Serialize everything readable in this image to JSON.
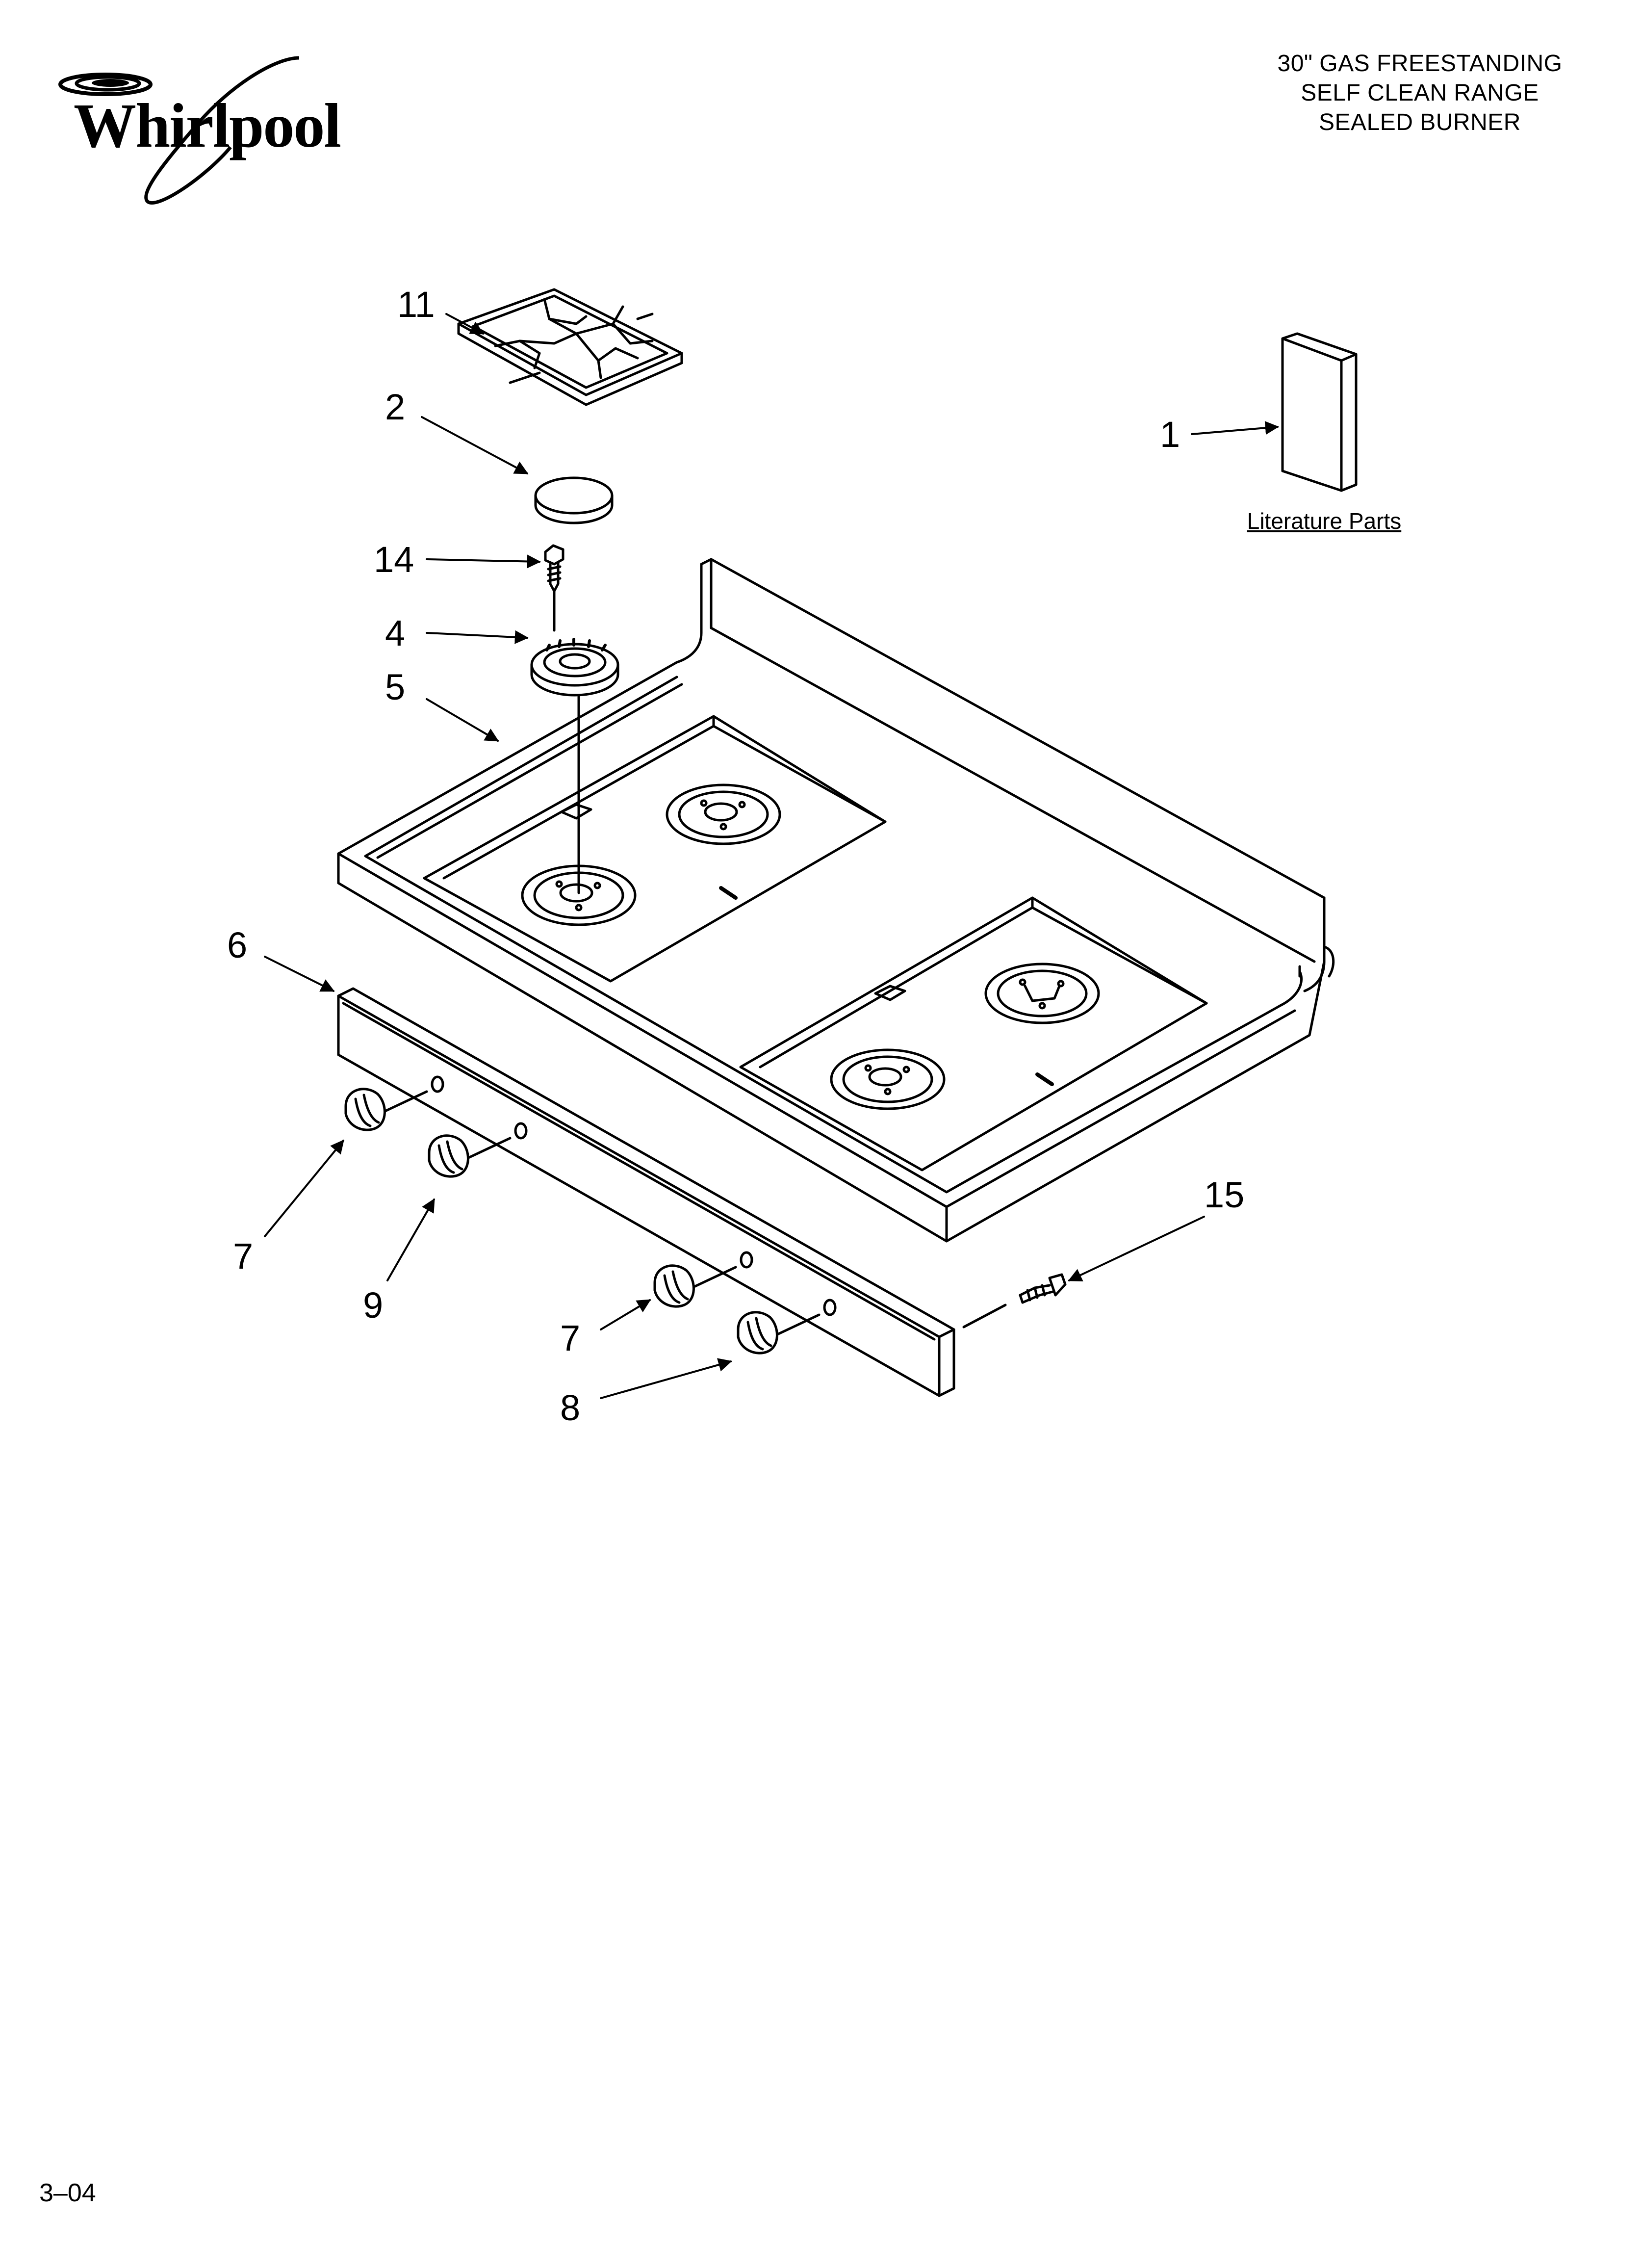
{
  "brand": {
    "logo_text": "Whirlpool"
  },
  "title": {
    "line1": "30\" GAS FREESTANDING",
    "line2": "SELF CLEAN RANGE",
    "line3": "SEALED BURNER"
  },
  "literature_label": "Literature Parts",
  "footer_code": "3–04",
  "callouts": {
    "c1": "1",
    "c2": "2",
    "c4": "4",
    "c5": "5",
    "c6": "6",
    "c7a": "7",
    "c7b": "7",
    "c8": "8",
    "c9": "9",
    "c11": "11",
    "c14": "14",
    "c15": "15"
  },
  "colors": {
    "line": "#000000",
    "background": "#ffffff"
  }
}
